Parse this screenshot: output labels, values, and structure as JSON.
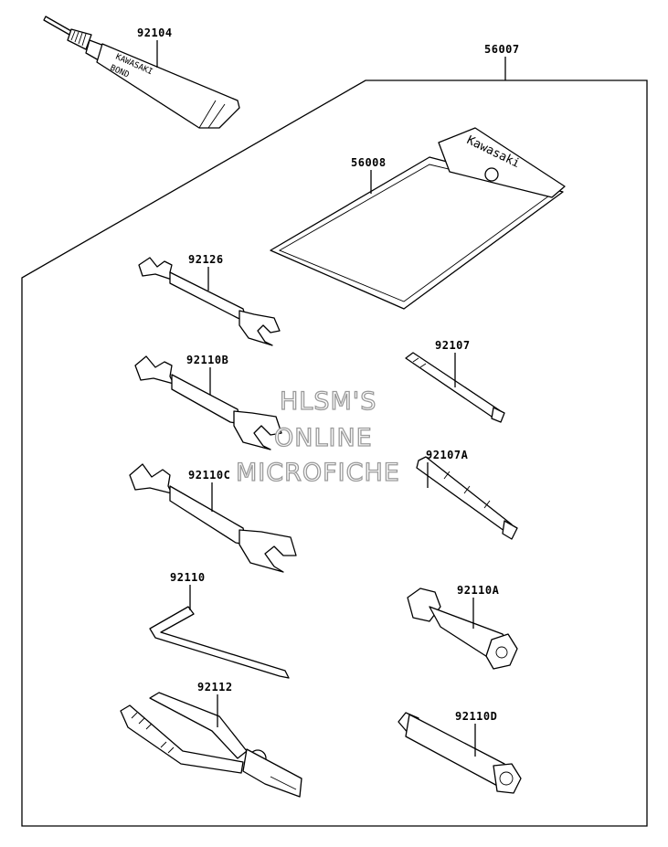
{
  "diagram": {
    "watermark": [
      "HLSM'S",
      "ONLINE",
      "MICROFICHE"
    ],
    "tube_print": [
      "KAWASAKI",
      "BOND"
    ],
    "pouch_print": "Kawasaki",
    "labels": {
      "p92104": "92104",
      "p56007": "56007",
      "p56008": "56008",
      "p92126": "92126",
      "p92110B": "92110B",
      "p92107": "92107",
      "p92110C": "92110C",
      "p92107A": "92107A",
      "p92110": "92110",
      "p92110A": "92110A",
      "p92112": "92112",
      "p92110D": "92110D"
    }
  }
}
